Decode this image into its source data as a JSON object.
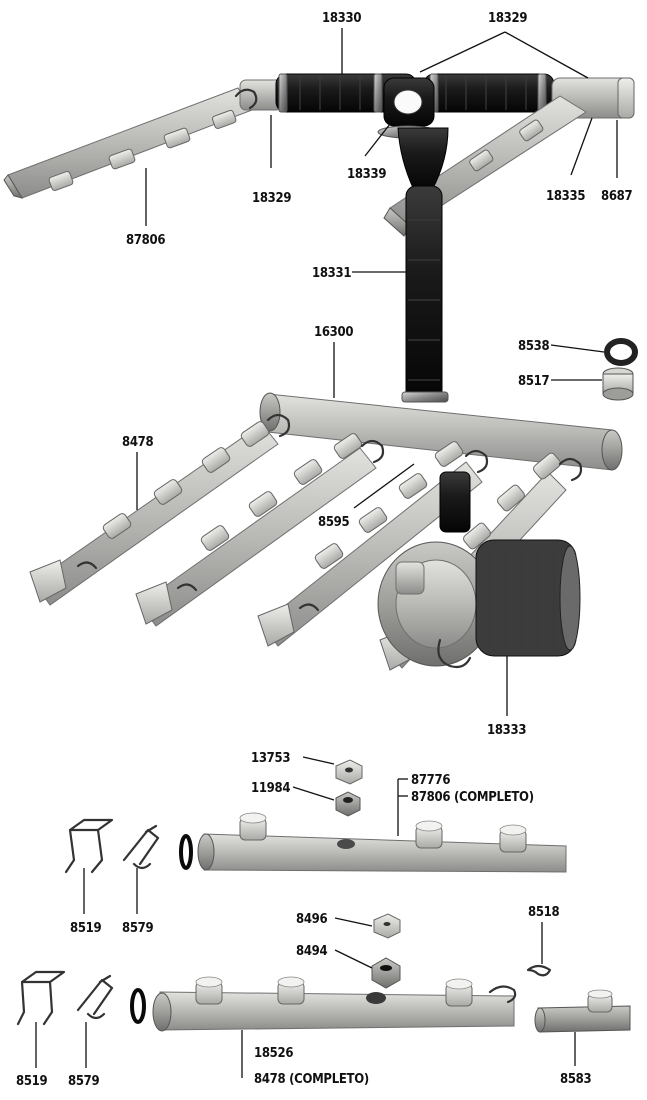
{
  "diagram": {
    "labels": {
      "l18330": "18330",
      "l18329a": "18329",
      "l18329b": "18329",
      "l18339": "18339",
      "l18335": "18335",
      "l8687": "8687",
      "l87806": "87806",
      "l18331": "18331",
      "l16300": "16300",
      "l8538": "8538",
      "l8517": "8517",
      "l8478": "8478",
      "l8595": "8595",
      "l18333": "18333",
      "l13753": "13753",
      "l11984": "11984",
      "l87776": "87776",
      "l87806c": "87806 (COMPLETO)",
      "l8519a": "8519",
      "l8579a": "8579",
      "l8496": "8496",
      "l8494": "8494",
      "l8518": "8518",
      "l8519b": "8519",
      "l8579b": "8579",
      "l18526": "18526",
      "l8478c": "8478 (COMPLETO)",
      "l8583": "8583"
    }
  }
}
